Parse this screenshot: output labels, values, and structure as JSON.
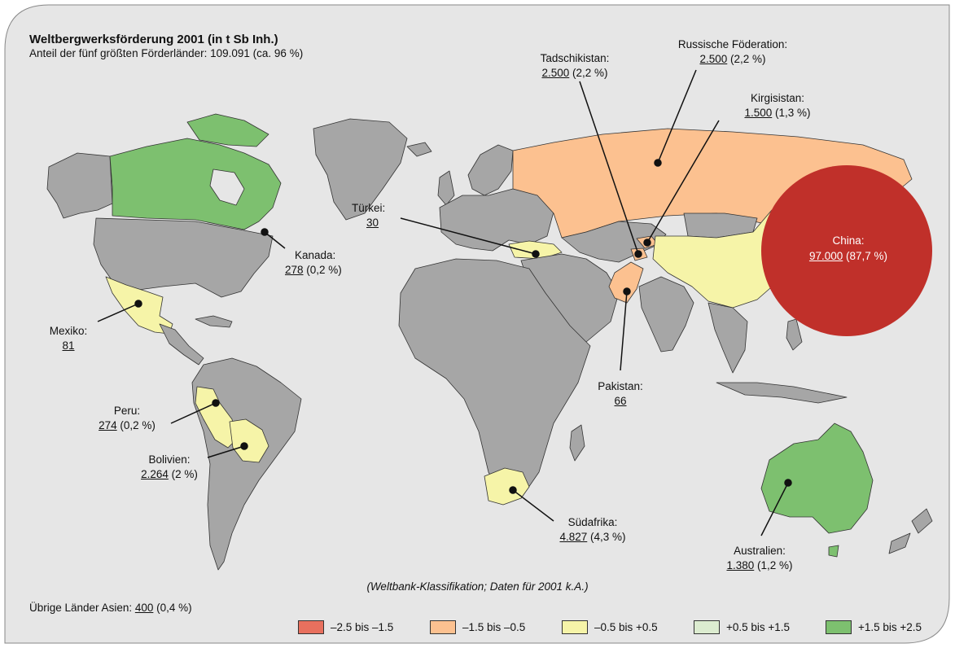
{
  "title": "Weltbergwerksförderung 2001 (in t Sb Inh.)",
  "subtitle": "Anteil der fünf größten Förderländer: 109.091 (ca. 96 %)",
  "note": "(Weltbank-Klassifikation; Daten für 2001 k.A.)",
  "other": {
    "label": "Übrige Länder Asien: ",
    "value": "400",
    "share": " (0,4 %)"
  },
  "colors": {
    "background": "#e6e6e6",
    "land": "#a6a6a6",
    "class1": "#e8705e",
    "class2": "#fcc190",
    "class3": "#f6f4a8",
    "class4": "#dcecd0",
    "class5": "#7dc06f",
    "china_bubble": "#c0302a"
  },
  "legend": [
    {
      "label": "–2.5 bis –1.5",
      "color": "#e8705e"
    },
    {
      "label": "–1.5 bis –0.5",
      "color": "#fcc190"
    },
    {
      "label": "–0.5 bis +0.5",
      "color": "#f6f4a8"
    },
    {
      "label": "+0.5 bis +1.5",
      "color": "#dcecd0"
    },
    {
      "label": "+1.5 bis +2.5",
      "color": "#7dc06f"
    }
  ],
  "countries": {
    "russland": {
      "name": "Russische Föderation:",
      "value": "2.500",
      "share": " (2,2 %)"
    },
    "tadschikistan": {
      "name": "Tadschikistan:",
      "value": "2.500",
      "share": " (2,2 %)"
    },
    "kirgisistan": {
      "name": "Kirgisistan:",
      "value": "1.500",
      "share": " (1,3 %)"
    },
    "tuerkei": {
      "name": "Türkei:",
      "value": "30",
      "share": ""
    },
    "kanada": {
      "name": "Kanada:",
      "value": "278",
      "share": " (0,2 %)"
    },
    "mexiko": {
      "name": "Mexiko:",
      "value": "81",
      "share": ""
    },
    "peru": {
      "name": "Peru:",
      "value": "274",
      "share": " (0,2 %)"
    },
    "bolivien": {
      "name": "Bolivien:",
      "value": "2.264",
      "share": " (2 %)"
    },
    "pakistan": {
      "name": "Pakistan:",
      "value": "66",
      "share": ""
    },
    "suedafrika": {
      "name": "Südafrika:",
      "value": "4.827",
      "share": " (4,3 %)"
    },
    "australien": {
      "name": "Australien:",
      "value": "1.380",
      "share": " (1,2 %)"
    },
    "china": {
      "name": "China:",
      "value": "97.000",
      "share": " (87,7 %)"
    }
  }
}
